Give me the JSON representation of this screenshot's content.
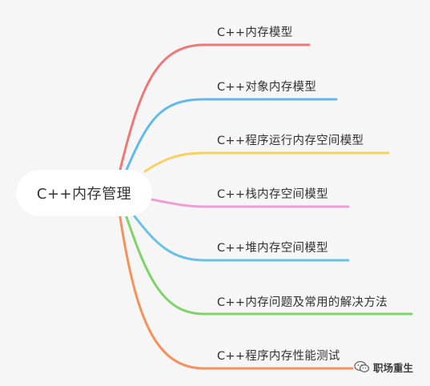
{
  "root": {
    "label": "C++内存管理"
  },
  "branches": [
    {
      "label": "C++内存模型",
      "color": "#f07777"
    },
    {
      "label": "C++对象内存模型",
      "color": "#62b9ea"
    },
    {
      "label": "C++程序运行内存空间模型",
      "color": "#f8d061"
    },
    {
      "label": "C++栈内存空间模型",
      "color": "#ef9ed8"
    },
    {
      "label": "C++堆内存空间模型",
      "color": "#6ac1e3"
    },
    {
      "label": "C++内存问题及常用的解决方法",
      "color": "#7fd36a"
    },
    {
      "label": "C++程序内存性能测试",
      "color": "#f3925a"
    }
  ],
  "watermark": {
    "label": "职场重生",
    "icon": "wechat-icon"
  }
}
